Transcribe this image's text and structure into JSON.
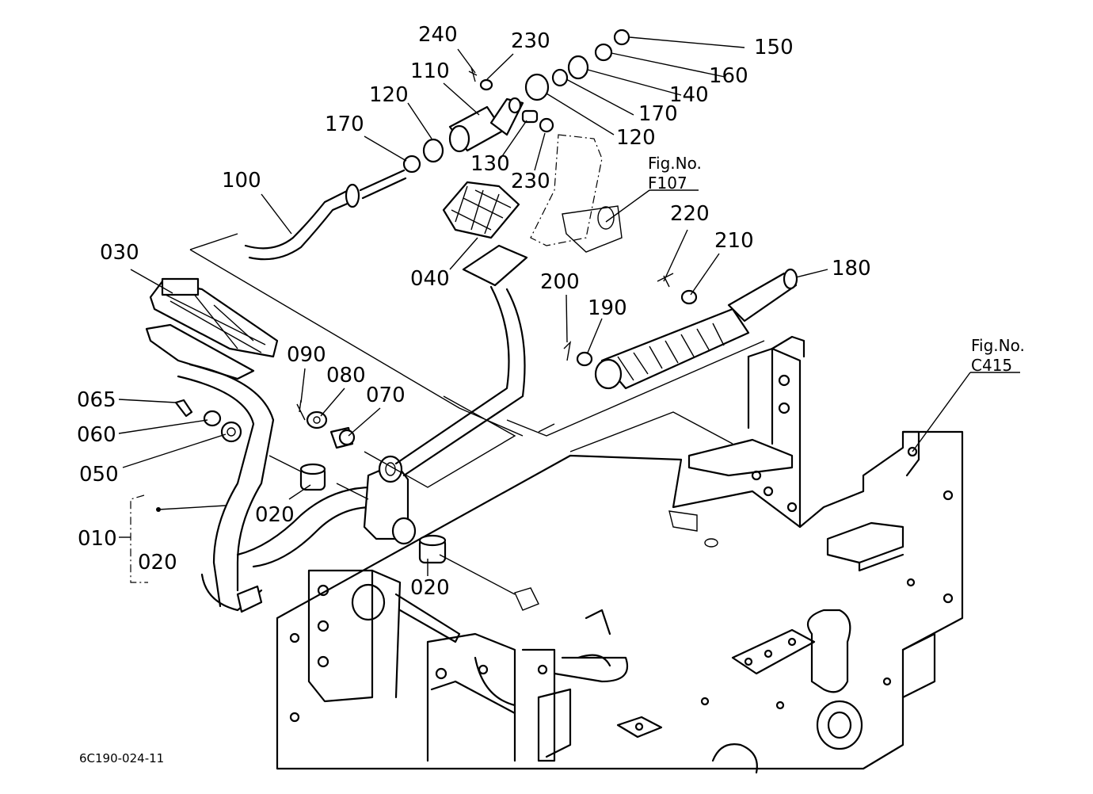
{
  "labels": {
    "p240": "240",
    "p230a": "230",
    "p110": "110",
    "p150": "150",
    "p120a": "120",
    "p160": "160",
    "p140": "140",
    "p170a": "170",
    "p170b": "170",
    "p120b": "120",
    "p130": "130",
    "p230b": "230",
    "p100": "100",
    "p040": "040",
    "p220": "220",
    "p210": "210",
    "p180": "180",
    "p030": "030",
    "p200": "200",
    "p190": "190",
    "p090": "090",
    "p080": "080",
    "p070": "070",
    "p065": "065",
    "p060": "060",
    "p050": "050",
    "p020a": "020",
    "p020b": "020",
    "p020c": "020",
    "p010": "010"
  },
  "references": {
    "f107_title": "Fig.No.",
    "f107_code": "F107",
    "c415_title": "Fig.No.",
    "c415_code": "C415"
  },
  "drawing_code": "6C190-024-11"
}
